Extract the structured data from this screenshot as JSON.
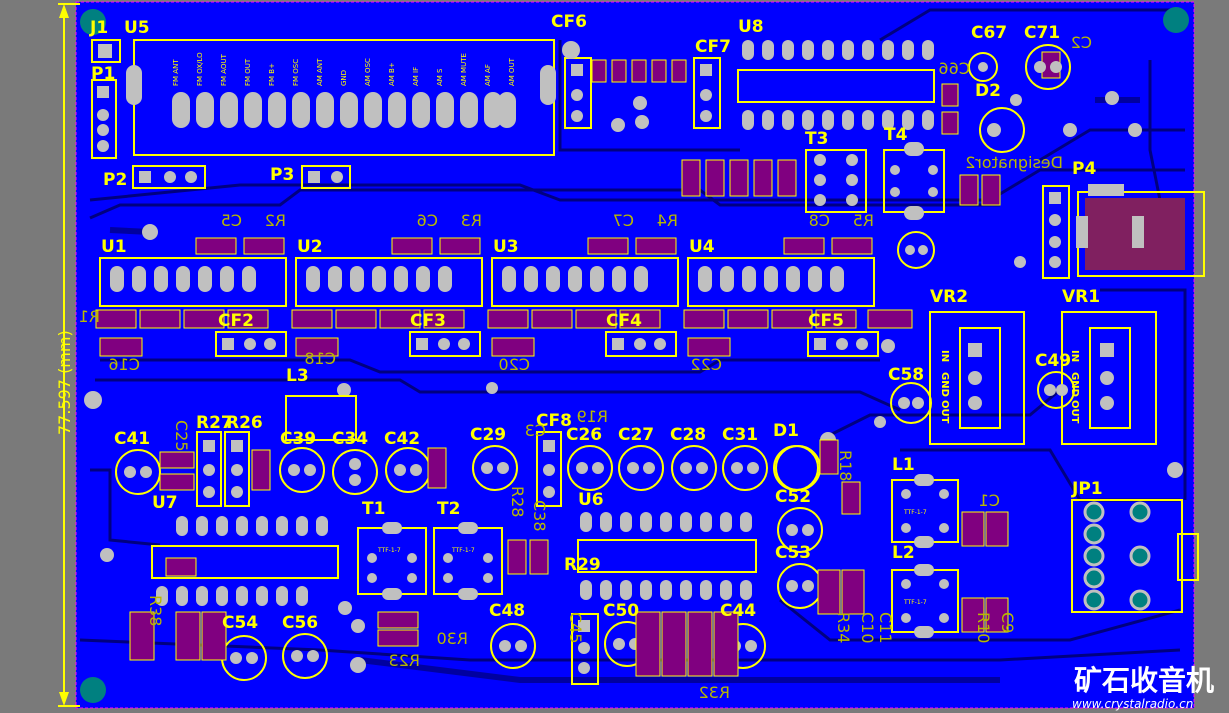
{
  "labels": {
    "J1": "J1",
    "U5": "U5",
    "P1": "P1",
    "P2": "P2",
    "P3": "P3",
    "P4": "P4",
    "CF6": "CF6",
    "CF7": "CF7",
    "U8": "U8",
    "C67": "C67",
    "C71": "C71",
    "D2": "D2",
    "T3": "T3",
    "T4": "T4",
    "U1": "U1",
    "U2": "U2",
    "U3": "U3",
    "U4": "U4",
    "CF2": "CF2",
    "CF3": "CF3",
    "CF4": "CF4",
    "CF5": "CF5",
    "VR2": "VR2",
    "VR1": "VR1",
    "C49": "C49",
    "C58": "C58",
    "L3": "L3",
    "C41": "C41",
    "R27": "R27",
    "R26": "R26",
    "C39": "C39",
    "C34": "C34",
    "C42": "C42",
    "C29": "C29",
    "CF8": "CF8",
    "C26": "C26",
    "C27": "C27",
    "C28": "C28",
    "C31": "C31",
    "D1": "D1",
    "L1": "L1",
    "L2": "L2",
    "C52": "C52",
    "C53": "C53",
    "JP1": "JP1",
    "U7": "U7",
    "T1": "T1",
    "T2": "T2",
    "U6": "U6",
    "R29": "R29",
    "C48": "C48",
    "C50": "C50",
    "C44": "C44",
    "C54": "C54",
    "C56": "C56"
  },
  "mirrored_labels": {
    "C5": "C5",
    "R2": "R2",
    "C6": "C6",
    "R3": "R3",
    "C7": "C7",
    "R4": "R4",
    "C8": "C8",
    "R5": "R5",
    "C16": "C16",
    "C18": "C18",
    "C20": "C20",
    "C22": "C22",
    "R23": "R23",
    "R30": "R30",
    "R32": "R32",
    "R34": "R34",
    "C10": "C10",
    "C11": "C11",
    "R10": "R10",
    "C9": "C9",
    "R19": "R19",
    "R18": "R18",
    "C38": "C38",
    "C25": "C25",
    "R38": "R38",
    "C45": "C45",
    "C66": "C66",
    "C2": "C2",
    "R1": "R1",
    "C1": "C1",
    "C3": "C3",
    "R28": "R28",
    "designator": "Designator2"
  },
  "connector_pins": [
    "FM ANT",
    "FM OX/LO",
    "FM AOUT",
    "FM OUT",
    "FM B+",
    "FM OSC",
    "AM ANT",
    "GND",
    "AM OSC",
    "AM B+",
    "AM IF",
    "AM S",
    "AM MUTE",
    "AM AF",
    "AM OUT"
  ],
  "regulator_pins": [
    "IN",
    "GND",
    "OUT"
  ],
  "coil_marking": "TTF-1-7",
  "dimension": "77.597 (mm)",
  "watermark": {
    "title": "矿石收音机",
    "url": "www.crystalradio.cn"
  },
  "colors": {
    "board": "#0000ff",
    "background": "#7a7a7a",
    "silkscreen": "#ffff00",
    "pad": "#c0c0c0",
    "hole": "#008080",
    "outline": "#ff00ff"
  }
}
